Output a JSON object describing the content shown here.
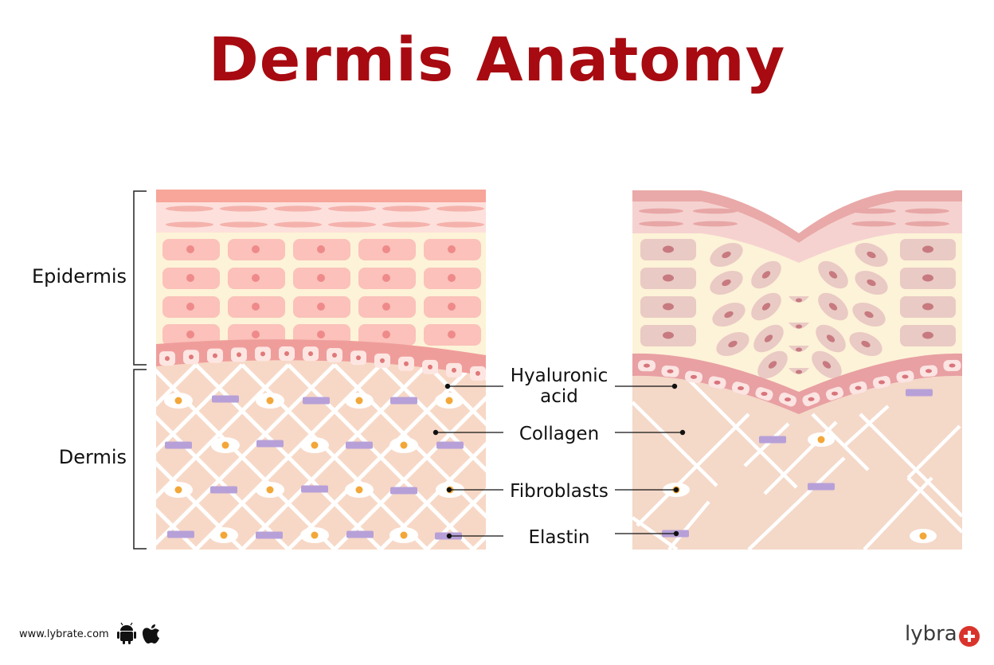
{
  "title": "Dermis Anatomy",
  "side_labels": {
    "epidermis": "Epidermis",
    "dermis": "Dermis"
  },
  "callouts": {
    "hyaluronic_line1": "Hyaluronic",
    "hyaluronic_line2": "acid",
    "collagen": "Collagen",
    "fibroblasts": "Fibroblasts",
    "elastin": "Elastin"
  },
  "footer": {
    "url": "www.lybrate.com",
    "brand": "lybra"
  },
  "icons": [
    "android-icon",
    "apple-icon"
  ],
  "colors": {
    "title": "#a70a10",
    "stratum": "#f8a59a",
    "cell_young": "#fbc1ba",
    "cell_old": "#eacac4",
    "nucleus_young": "#ef8a8a",
    "nucleus_old": "#c77a80",
    "basal_band": "#ef9d9b",
    "epidermis_bg": "#fdf3d8",
    "dermis_bg": "#f7d8c6",
    "collagen": "#ffffff",
    "elastin": "#b7a0d8",
    "fibroblast": "#f3a738",
    "brand_plus": "#d9342b"
  }
}
